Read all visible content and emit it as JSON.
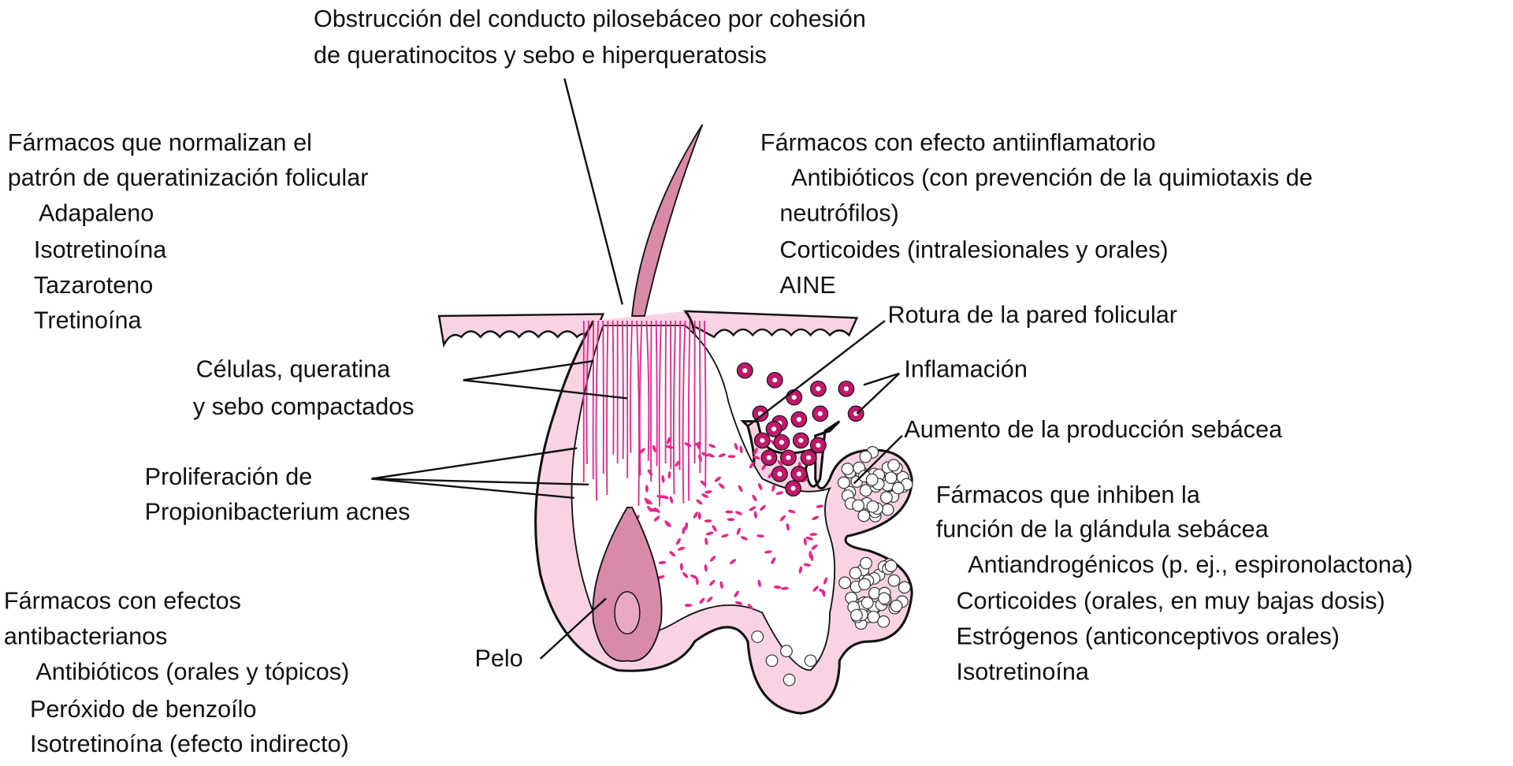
{
  "labels": {
    "obstruction": [
      "Obstrucción del conducto pilosebáceo por cohesión",
      "de queratinocitos y sebo e hiperqueratosis"
    ],
    "keratinization_drugs": {
      "heading": [
        "Fármacos que normalizan el",
        "patrón de queratinización folicular"
      ],
      "items": [
        "Adapaleno",
        "Isotretinoína",
        "Tazaroteno",
        "Tretinoína"
      ]
    },
    "antiinflammatory_drugs": {
      "heading": "Fármacos con efecto antiinflamatorio",
      "items": [
        "Antibióticos (con prevención de la quimiotaxis de",
        "neutrófilos)",
        "Corticoides (intralesionales y orales)",
        "AINE"
      ]
    },
    "follicle_rupture": "Rotura de la pared folicular",
    "inflammation": "Inflamación",
    "sebum_increase": "Aumento de la producción sebácea",
    "compacted_cells": [
      "Células, queratina",
      "y sebo compactados"
    ],
    "proliferation": [
      "Proliferación de",
      "Propionibacterium acnes"
    ],
    "sebaceous_drugs": {
      "heading": [
        "Fármacos que inhiben la",
        "función de la glándula sebácea"
      ],
      "items": [
        "Antiandrogénicos (p. ej., espironolactona)",
        "Corticoides (orales, en muy bajas dosis)",
        "Estrógenos (anticonceptivos orales)",
        "Isotretinoína"
      ]
    },
    "antibacterial_drugs": {
      "heading": [
        "Fármacos con efectos",
        "antibacterianos"
      ],
      "items": [
        "Antibióticos (orales y tópicos)",
        "Peróxido de benzoílo",
        "Isotretinoína (efecto indirecto)"
      ]
    },
    "hair": "Pelo"
  },
  "colors": {
    "tissue_fill": "#f9d3e3",
    "hair_fill": "#d98aaa",
    "keratin_lines": "#e8268a",
    "inflammatory_cell": "#c2186b",
    "outline": "#111111"
  }
}
